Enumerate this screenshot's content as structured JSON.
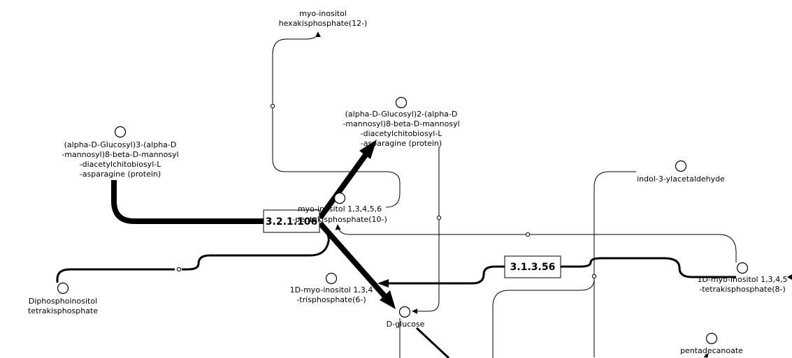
{
  "metabolites": {
    "myo_inositol_hexakisphosphate": [
      "myo-inositol",
      "hexakisphosphate(12-)"
    ],
    "glc2_man8": [
      "(alpha-D-Glucosyl)2-(alpha-D",
      "-mannosyl)8-beta-D-mannosyl",
      "-diacetylchitobiosyl-L",
      "-asparagine (protein)"
    ],
    "glc3_man8": [
      "(alpha-D-Glucosyl)3-(alpha-D",
      "-mannosyl)8-beta-D-mannosyl",
      "-diacetylchitobiosyl-L",
      "-asparagine (protein)"
    ],
    "indol_acetaldehyde": [
      "indol-3-ylacetaldehyde"
    ],
    "myo_inositol_pentakisphosphate": [
      "myo-inositol 1,3,4,5,6",
      "-pentakisphosphate(10-)"
    ],
    "diphosphoinositol": [
      "Diphosphoinositol",
      "tetrakisphosphate"
    ],
    "myo_inositol_trisphosphate": [
      "1D-myo-inositol 1,3,4",
      "-trisphosphate(6-)"
    ],
    "d_glucose": [
      "D-glucose"
    ],
    "myo_inositol_tetrakisphosphate": [
      "1D-myo-inositol 1,3,4,5",
      "-tetrakisphosphate(8-)"
    ],
    "pentadecanoate": [
      "pentadecanoate"
    ]
  },
  "enzymes": {
    "e1": "3.2.1.106",
    "e2": "3.1.3.56"
  }
}
